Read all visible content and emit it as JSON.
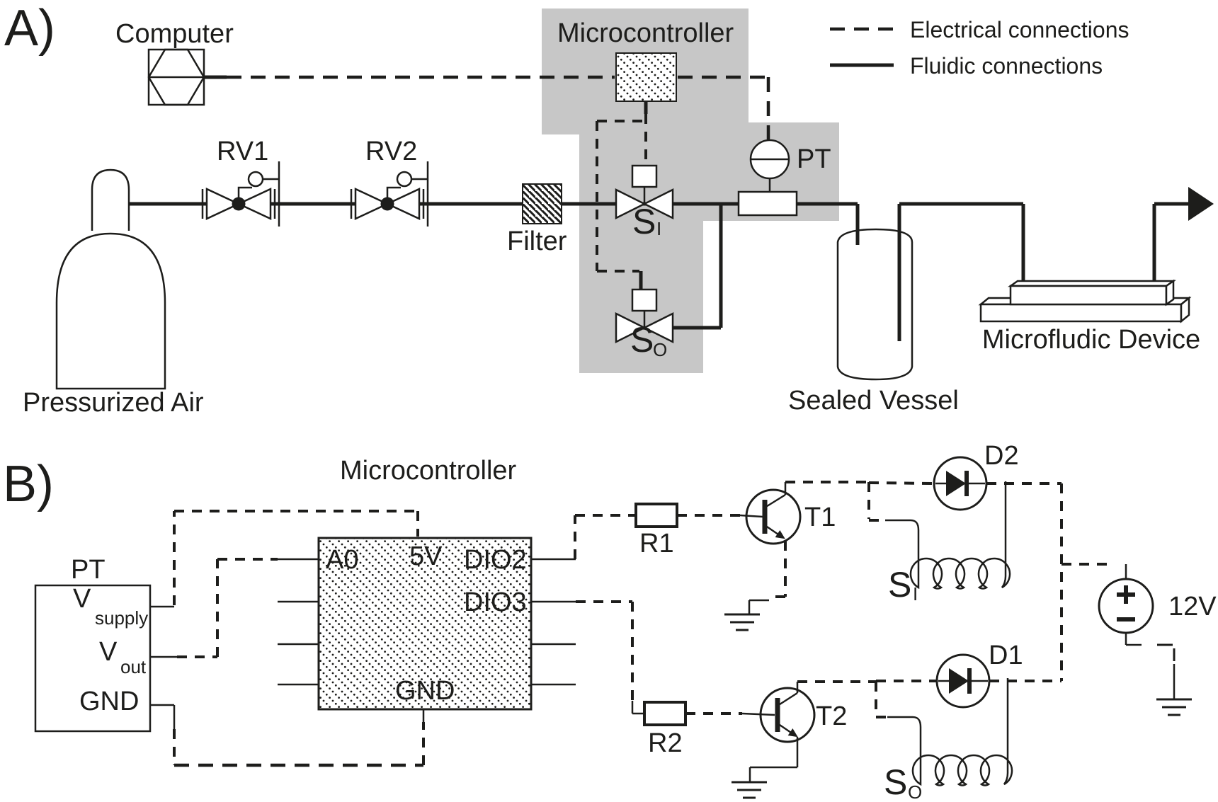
{
  "panel_a": {
    "label": "A)",
    "legend": {
      "electrical": "Electrical connections",
      "fluidic": "Fluidic connections"
    },
    "computer": "Computer",
    "microcontroller": "Microcontroller",
    "rv1": "RV1",
    "rv2": "RV2",
    "filter": "Filter",
    "pressurized_air": "Pressurized Air",
    "valve_si": {
      "main": "S",
      "sub": "I"
    },
    "valve_so": {
      "main": "S",
      "sub": "O"
    },
    "pt": "PT",
    "sealed_vessel": "Sealed Vessel",
    "microfluidic_device": "Microfludic Device"
  },
  "panel_b": {
    "label": "B)",
    "microcontroller": "Microcontroller",
    "pt": {
      "title": "PT",
      "v_supply": {
        "main": "V",
        "sub": "supply"
      },
      "v_out": {
        "main": "V",
        "sub": "out"
      },
      "gnd": "GND"
    },
    "mcu_pins": {
      "a0": "A0",
      "v5": "5V",
      "dio2": "DIO2",
      "dio3": "DIO3",
      "gnd": "GND"
    },
    "r1": "R1",
    "r2": "R2",
    "t1": "T1",
    "t2": "T2",
    "d1": "D1",
    "d2": "D2",
    "coil_si": {
      "main": "S",
      "sub": "I"
    },
    "coil_so": {
      "main": "S",
      "sub": "O"
    },
    "supply": "12V"
  }
}
